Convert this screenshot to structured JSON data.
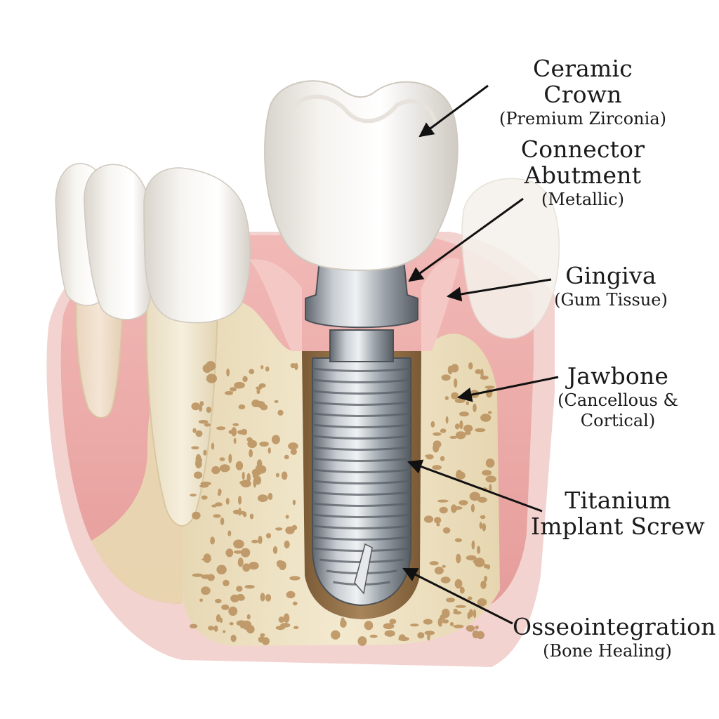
{
  "labels": {
    "crown": {
      "title": "Ceramic Crown",
      "sub": "(Premium Zirconia)"
    },
    "abutment": {
      "title1": "Connector",
      "title2": "Abutment",
      "sub": "(Metallic)"
    },
    "gingiva": {
      "title": "Gingiva",
      "sub": "(Gum Tissue)"
    },
    "jawbone": {
      "title": "Jawbone",
      "sub1": "(Cancellous &",
      "sub2": "Cortical)"
    },
    "screw": {
      "title1": "Titanium",
      "title2": "Implant Screw"
    },
    "osseo": {
      "title": "Osseointegration",
      "sub": "(Bone Healing)"
    }
  },
  "colors": {
    "tooth_enamel": "#f4f2ee",
    "gum": "#e9a6a4",
    "gum_light": "#f4cfcd",
    "bone": "#efe3c4",
    "bone_pore": "#b98f5c",
    "titanium": "#9aa1a8",
    "arrow": "#111111"
  }
}
